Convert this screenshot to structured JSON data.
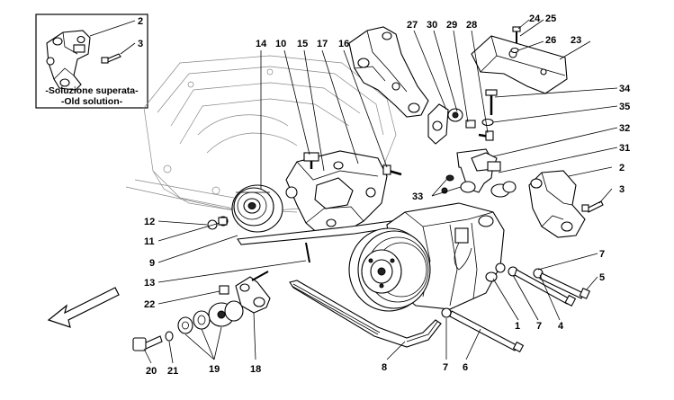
{
  "inset": {
    "caption_line1": "-Soluzione superata-",
    "caption_line2": "-Old solution-",
    "labels": [
      "2",
      "3"
    ]
  },
  "labels": [
    {
      "id": "p1",
      "text": "1"
    },
    {
      "id": "p2",
      "text": "2"
    },
    {
      "id": "p3",
      "text": "3"
    },
    {
      "id": "p4",
      "text": "4"
    },
    {
      "id": "p5",
      "text": "5"
    },
    {
      "id": "p6",
      "text": "6"
    },
    {
      "id": "p7a",
      "text": "7"
    },
    {
      "id": "p7b",
      "text": "7"
    },
    {
      "id": "p7c",
      "text": "7"
    },
    {
      "id": "p8",
      "text": "8"
    },
    {
      "id": "p9",
      "text": "9"
    },
    {
      "id": "p10",
      "text": "10"
    },
    {
      "id": "p11",
      "text": "11"
    },
    {
      "id": "p12",
      "text": "12"
    },
    {
      "id": "p13",
      "text": "13"
    },
    {
      "id": "p14",
      "text": "14"
    },
    {
      "id": "p15",
      "text": "15"
    },
    {
      "id": "p16",
      "text": "16"
    },
    {
      "id": "p17",
      "text": "17"
    },
    {
      "id": "p18",
      "text": "18"
    },
    {
      "id": "p19",
      "text": "19"
    },
    {
      "id": "p20",
      "text": "20"
    },
    {
      "id": "p21",
      "text": "21"
    },
    {
      "id": "p22",
      "text": "22"
    },
    {
      "id": "p23",
      "text": "23"
    },
    {
      "id": "p24",
      "text": "24"
    },
    {
      "id": "p25",
      "text": "25"
    },
    {
      "id": "p26",
      "text": "26"
    },
    {
      "id": "p27",
      "text": "27"
    },
    {
      "id": "p28",
      "text": "28"
    },
    {
      "id": "p29",
      "text": "29"
    },
    {
      "id": "p30",
      "text": "30"
    },
    {
      "id": "p31",
      "text": "31"
    },
    {
      "id": "p32",
      "text": "32"
    },
    {
      "id": "p33",
      "text": "33"
    },
    {
      "id": "p34",
      "text": "34"
    },
    {
      "id": "p35",
      "text": "35"
    }
  ],
  "icons": {
    "direction_arrow": "arrow-forward-icon"
  }
}
